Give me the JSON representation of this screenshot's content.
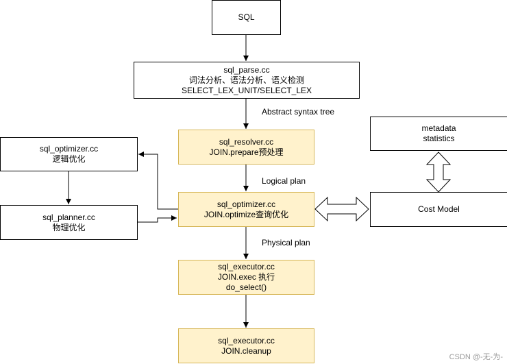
{
  "nodes": {
    "sql": {
      "line1": "SQL"
    },
    "parse": {
      "line1": "sql_parse.cc",
      "line2": "词法分析、语法分析、语义检测",
      "line3": "SELECT_LEX_UNIT/SELECT_LEX"
    },
    "resolver": {
      "line1": "sql_resolver.cc",
      "line2": "JOIN.prepare预处理"
    },
    "optimizer_logic": {
      "line1": "sql_optimizer.cc",
      "line2": "逻辑优化"
    },
    "planner": {
      "line1": "sql_planner.cc",
      "line2": "物理优化"
    },
    "optimizer_main": {
      "line1": "sql_optimizer.cc",
      "line2": "JOIN.optimize查询优化"
    },
    "metadata": {
      "line1": "metadata",
      "line2": "statistics"
    },
    "cost_model": {
      "line1": "Cost Model"
    },
    "executor_exec": {
      "line1": "sql_executor.cc",
      "line2": "JOIN.exec 执行",
      "line3": "do_select()"
    },
    "executor_cleanup": {
      "line1": "sql_executor.cc",
      "line2": "JOIN.cleanup"
    }
  },
  "edge_labels": {
    "ast": "Abstract syntax tree",
    "logical": "Logical plan",
    "physical": "Physical plan"
  },
  "watermark": "CSDN @-无-为-",
  "colors": {
    "highlight_fill": "#fff2cc",
    "highlight_border": "#d6b656",
    "line": "#000000"
  }
}
